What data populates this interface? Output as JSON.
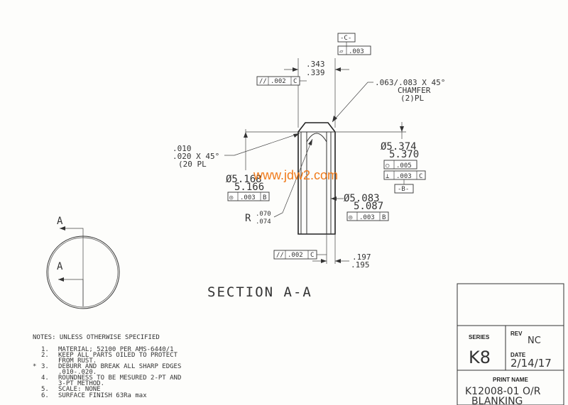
{
  "drawing": {
    "section_label": "SECTION A-A",
    "watermark": "www.jdw2.com",
    "view_label": "A",
    "datums": {
      "c": "-C-",
      "b": "-B-"
    },
    "dimensions": {
      "width_upper": ".343",
      "width_lower": ".339",
      "chamfer_line1": ".063/.083 X 45°",
      "chamfer_line2": "CHAMFER",
      "chamfer_line3": "(2)PL",
      "edge_line1": ".010",
      "edge_line2": ".020 X 45°",
      "edge_line3": "(20 PL",
      "od_upper": "Ø5.374",
      "od_lower": "5.370",
      "id_upper": "Ø5.168",
      "id_lower": "5.166",
      "bore_upper": "Ø5.083",
      "bore_lower": "5.087",
      "radius_prefix": "R",
      "radius_upper": ".070",
      "radius_lower": ".074",
      "step_upper": ".197",
      "step_lower": ".195"
    },
    "feature_frames": {
      "flatness": {
        "symbol": "▱",
        "value": ".003"
      },
      "parallel_top": {
        "symbol": "//",
        "value": ".002",
        "datum": "C"
      },
      "parallel_bottom": {
        "symbol": "//",
        "value": ".002",
        "datum": "C"
      },
      "roundness": {
        "symbol": "○",
        "value": ".005"
      },
      "perpendicular": {
        "symbol": "⊥",
        "value": ".003",
        "datum": "C"
      },
      "concentric_id": {
        "symbol": "◎",
        "value": ".003",
        "datum": "B"
      },
      "concentric_bore": {
        "symbol": "◎",
        "value": ".003",
        "datum": "B"
      }
    }
  },
  "notes": {
    "header": "NOTES:  UNLESS OTHERWISE SPECIFIED",
    "items": [
      {
        "num": "1.",
        "lines": [
          "MATERIAL; 52100 PER AMS-6440/1"
        ]
      },
      {
        "num": "2.",
        "lines": [
          "KEEP ALL PARTS OILED TO PROTECT",
          "FROM RUST."
        ]
      },
      {
        "num": "3.",
        "lines": [
          "DEBURR AND BREAK ALL SHARP EDGES",
          ".010-.020."
        ]
      },
      {
        "num": "4.",
        "lines": [
          "ROUNDNESS TO BE MESURED 2-PT AND",
          "3-PT METHOD."
        ]
      },
      {
        "num": "5.",
        "lines": [
          "SCALE:  NONE"
        ]
      },
      {
        "num": "6.",
        "lines": [
          "SURFACE FINISH 63Ra max"
        ]
      }
    ],
    "star_mark": "*"
  },
  "title_block": {
    "series_label": "SERIES",
    "series_value": "K8",
    "rev_label": "REV",
    "rev_value": "NC",
    "date_label": "DATE",
    "date_value": "2/14/17",
    "print_name_label": "PRINT NAME",
    "print_name_line1": "K12008-01 O/R",
    "print_name_line2": "BLANKING"
  }
}
